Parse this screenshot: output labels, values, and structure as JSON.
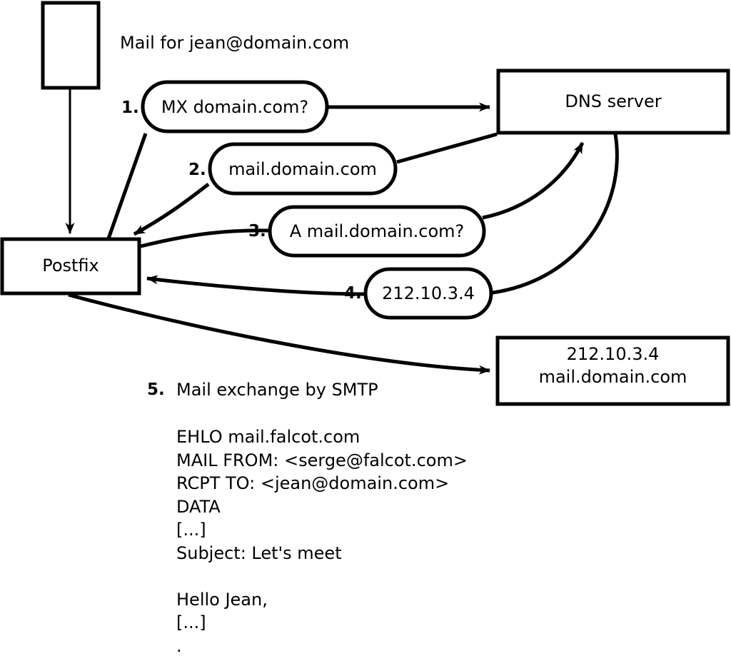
{
  "diagram": {
    "title_text": "Mail for jean@domain.com",
    "nodes": {
      "sender_box": {
        "label": ""
      },
      "postfix": {
        "label": "Postfix"
      },
      "dns_server": {
        "label": "DNS server"
      },
      "remote_server": {
        "line1": "212.10.3.4",
        "line2": "mail.domain.com"
      }
    },
    "steps": [
      {
        "number": "1.",
        "label": "MX domain.com?"
      },
      {
        "number": "2.",
        "label": "mail.domain.com"
      },
      {
        "number": "3.",
        "label": "A mail.domain.com?"
      },
      {
        "number": "4.",
        "label": "212.10.3.4"
      }
    ],
    "step5": {
      "number": "5.",
      "label": "Mail exchange by SMTP"
    },
    "smtp_transcript": "EHLO mail.falcot.com\nMAIL FROM: <serge@falcot.com>\nRCPT TO: <jean@domain.com>\nDATA\n[...]\nSubject: Let's meet\n\nHello Jean,\n[...]\n.",
    "colors": {
      "stroke": "#000000",
      "fill": "#ffffff",
      "text": "#000000"
    }
  }
}
